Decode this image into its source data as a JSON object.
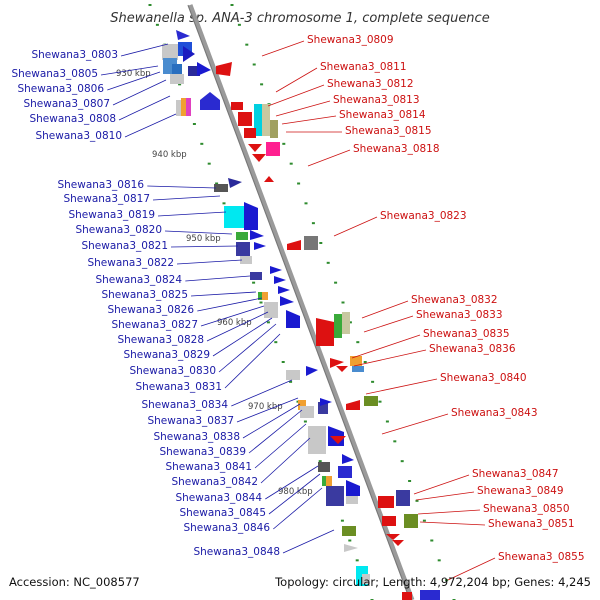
{
  "title": "Shewanella sp. ANA-3 chromosome 1, complete sequence",
  "footer": {
    "accession": "Accession: NC_008577",
    "topology": "Topology: circular; Length: 4,972,204 bp; Genes: 4,245"
  },
  "colors": {
    "left_labels": "#1a1aa6",
    "right_labels": "#cc1111",
    "backbone": "#9a9a9a",
    "ticks": "#2e8b2e"
  },
  "ruler": [
    "930 kbp",
    "940 kbp",
    "950 kbp",
    "960 kbp",
    "970 kbp",
    "980 kbp"
  ],
  "left_genes": [
    "Shewana3_0803",
    "Shewana3_0805",
    "Shewana3_0806",
    "Shewana3_0807",
    "Shewana3_0808",
    "Shewana3_0810",
    "Shewana3_0816",
    "Shewana3_0817",
    "Shewana3_0819",
    "Shewana3_0820",
    "Shewana3_0821",
    "Shewana3_0822",
    "Shewana3_0824",
    "Shewana3_0825",
    "Shewana3_0826",
    "Shewana3_0827",
    "Shewana3_0828",
    "Shewana3_0829",
    "Shewana3_0830",
    "Shewana3_0831",
    "Shewana3_0834",
    "Shewana3_0837",
    "Shewana3_0838",
    "Shewana3_0839",
    "Shewana3_0841",
    "Shewana3_0842",
    "Shewana3_0844",
    "Shewana3_0845",
    "Shewana3_0846",
    "Shewana3_0848"
  ],
  "right_genes": [
    "Shewana3_0809",
    "Shewana3_0811",
    "Shewana3_0812",
    "Shewana3_0813",
    "Shewana3_0814",
    "Shewana3_0815",
    "Shewana3_0818",
    "Shewana3_0823",
    "Shewana3_0832",
    "Shewana3_0833",
    "Shewana3_0835",
    "Shewana3_0836",
    "Shewana3_0840",
    "Shewana3_0843",
    "Shewana3_0847",
    "Shewana3_0849",
    "Shewana3_0850",
    "Shewana3_0851",
    "Shewana3_0855"
  ]
}
